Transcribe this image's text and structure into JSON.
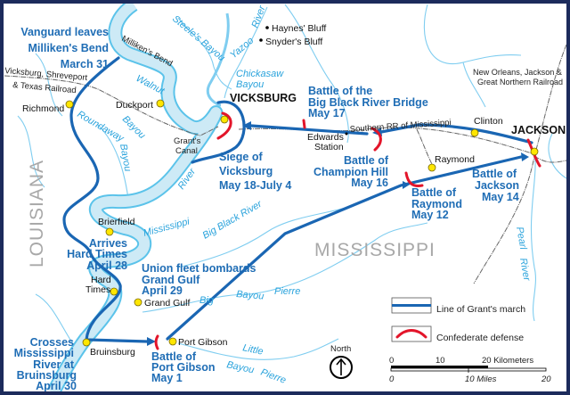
{
  "map": {
    "states": {
      "louisiana": "LOUISIANA",
      "mississippi": "MISSISSIPPI"
    },
    "cities": {
      "vicksburg": "VICKSBURG",
      "jackson": "JACKSON"
    },
    "towns": {
      "haynes_bluff": "Haynes' Bluff",
      "snyders_bluff": "Snyder's Bluff",
      "richmond": "Richmond",
      "duckport": "Duckport",
      "grants_canal": [
        "Grant's",
        "Canal"
      ],
      "brierfield": "Brierfield",
      "hard_times": [
        "Hard",
        "Times"
      ],
      "grand_gulf": "Grand Gulf",
      "bruinsburg": "Bruinsburg",
      "port_gibson": "Port Gibson",
      "edwards_station": [
        "Edwards",
        "Station"
      ],
      "clinton": "Clinton",
      "raymond": "Raymond",
      "millikens_bend": "Milliken's Bend"
    },
    "rivers": {
      "steeles_bayou": "Steele's Bayou",
      "yazoo": "Yazoo",
      "river": "River",
      "chickasaw": [
        "Chickasaw",
        "Bayou"
      ],
      "walnut": "Walnut",
      "bayou": "Bayou",
      "roundaway": "Roundaway",
      "mississippi": "Mississippi",
      "big_black_river": "Big Black River",
      "big": "Big",
      "pierre": "Pierre",
      "little": "Little",
      "pearl": "Pearl"
    },
    "railroads": {
      "vsr": [
        "Vicksburg, Shreveport",
        "& Texas Railroad"
      ],
      "southern": "Southern RR of Mississippi",
      "nojgn": [
        "New Orleans, Jackson &",
        "Great Northern Railroad"
      ]
    },
    "events": {
      "vanguard": [
        "Vanguard leaves",
        "Milliken's Bend",
        "March 31"
      ],
      "siege": [
        "Siege of",
        "Vicksburg",
        "May 18-July 4"
      ],
      "hard_times": [
        "Arrives",
        "Hard Times",
        "April 28"
      ],
      "grand_gulf": [
        "Union fleet bombards",
        "Grand Gulf",
        "April 29"
      ],
      "crosses": [
        "Crosses",
        "Mississippi",
        "River at",
        "Bruinsburg",
        "April 30"
      ],
      "port_gibson": [
        "Battle of",
        "Port Gibson",
        "May 1"
      ],
      "big_black": [
        "Battle of the",
        "Big Black River Bridge",
        "May 17"
      ],
      "champion_hill": [
        "Battle of",
        "Champion Hill",
        "May 16"
      ],
      "raymond": [
        "Battle of",
        "Raymond",
        "May 12"
      ],
      "jackson": [
        "Battle of",
        "Jackson",
        "May 14"
      ]
    },
    "legend": {
      "march": "Line of Grant's march",
      "defense": "Confederate defense"
    },
    "north": "North",
    "scale": {
      "km0": "0",
      "km10": "10",
      "km20": "20 Kilometers",
      "mi0": "0",
      "mi10": "10 Miles",
      "mi20": "20"
    },
    "colors": {
      "march": "#1a66b3",
      "defense": "#e3152a",
      "water": "#cdeaf6",
      "town": "#ffe600",
      "border": "#1c2b5c"
    }
  }
}
